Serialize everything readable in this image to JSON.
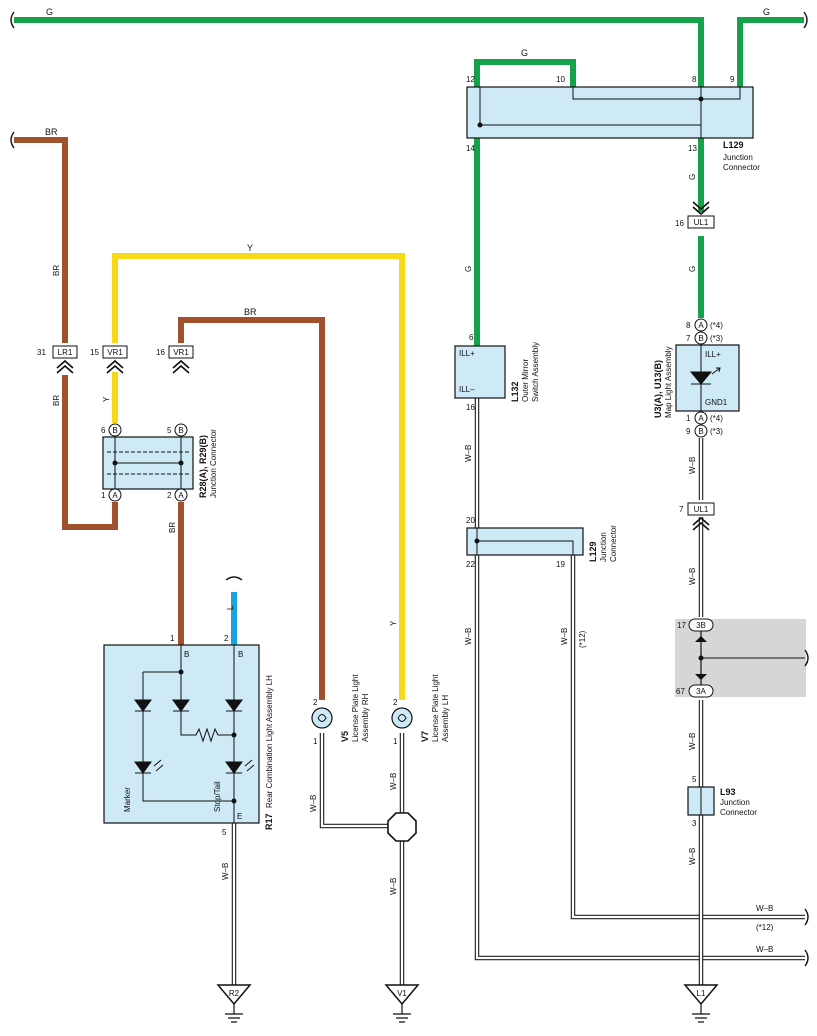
{
  "colors": {
    "green": "#16a24a",
    "brown": "#a0522d",
    "yellow": "#f7d917",
    "blue": "#1aa3e0",
    "box_fill": "#cdeaf6",
    "shade": "#d6d6d6",
    "wire_wb": "#222222"
  },
  "wire_labels": {
    "g_top_left": "G",
    "g_top_right": "G",
    "g_loop": "G",
    "g_l129_13": "G",
    "g_ul1": "G",
    "g_l132": "G",
    "br_top": "BR",
    "br_left_vert": "BR",
    "br_under_lr1": "BR",
    "br_middle": "BR",
    "br_lower": "BR",
    "y_top": "Y",
    "y_vr1": "Y",
    "y_right": "Y",
    "l_blue": "L",
    "wb_r17": "W–B",
    "wb_v5": "W–B",
    "wb_v7": "W–B",
    "wb_l132": "W–B",
    "wb_l129_22": "W–B",
    "wb_l129_19": "W–B",
    "p12_vert": "(*12)",
    "wb_u3": "W–B",
    "wb_ul1": "W–B",
    "wb_3a": "W–B",
    "wb_l93": "W–B",
    "wb_right1": "W–B",
    "p12_right": "(*12)",
    "wb_right2": "W–B"
  },
  "connectors": {
    "lr1": "LR1",
    "vr1a": "VR1",
    "vr1b": "VR1",
    "ul1_top": "UL1",
    "ul1_bottom": "UL1",
    "a": "A",
    "b": "B",
    "j3b": "3B",
    "j3a": "3A"
  },
  "pins": {
    "p31": "31",
    "p15": "15",
    "p16": "16",
    "l129_12": "12",
    "l129_10": "10",
    "l129_8": "8",
    "l129_9": "9",
    "l129_14": "14",
    "l129_13": "13",
    "ul1_16": "16",
    "l132_6": "6",
    "l132_16": "16",
    "u3_8": "8",
    "u3_7": "7",
    "u3_1": "1",
    "u3_9": "9",
    "r28_6": "6",
    "r28_5": "5",
    "r28_1": "1",
    "r28_2": "2",
    "ul1_7": "7",
    "l129b_20": "20",
    "l129b_22": "22",
    "l129b_19": "19",
    "j_17": "17",
    "j_67": "67",
    "r17_1": "1",
    "r17_2": "2",
    "r17_5": "5",
    "v5_2": "2",
    "v5_1": "1",
    "v7_2": "2",
    "v7_1": "1",
    "l93_5": "5",
    "l93_3": "3",
    "star4a": "(*4)",
    "star3a": "(*3)",
    "star4b": "(*4)",
    "star3b": "(*3)"
  },
  "components": {
    "l129_top": {
      "code": "L129",
      "name1": "Junction",
      "name2": "Connector"
    },
    "l132": {
      "code": "L132",
      "name1": "Outer Mirror",
      "name2": "Switch Assembly",
      "ill_plus": "ILL+",
      "ill_minus": "ILL–"
    },
    "u3": {
      "code": "U3(A), U13(B)",
      "name": "Map Light Assembly",
      "ill_plus": "ILL+",
      "gnd": "GND1"
    },
    "r28": {
      "code": "R28(A), R29(B)",
      "name": "Junction Connector"
    },
    "l129_mid": {
      "code": "L129",
      "name1": "Junction",
      "name2": "Connector"
    },
    "r17": {
      "code": "R17",
      "name": "Rear Combination Light Assembly LH",
      "b1": "B",
      "b2": "B",
      "e": "E",
      "marker": "Marker",
      "stop": "Stop/Tail"
    },
    "v5": {
      "code": "V5",
      "name1": "License Plate Light",
      "name2": "Assembly RH"
    },
    "v7": {
      "code": "V7",
      "name1": "License Plate Light",
      "name2": "Assembly LH"
    },
    "l93": {
      "code": "L93",
      "name1": "Junction",
      "name2": "Connector"
    }
  },
  "grounds": {
    "r2": "R2",
    "v1": "V1",
    "l1": "L1"
  }
}
